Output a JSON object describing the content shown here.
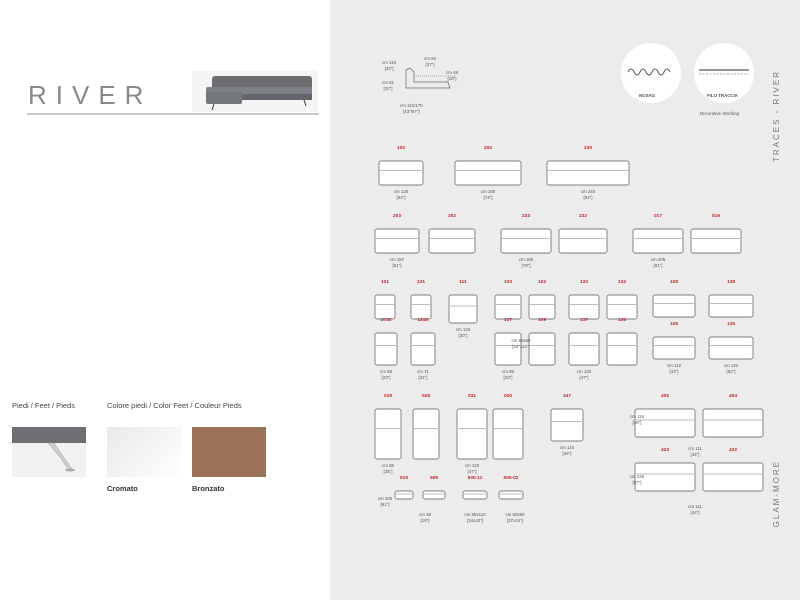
{
  "product": {
    "title": "RIVER"
  },
  "feet": {
    "heading_feet": "Piedi / Feet / Pieds",
    "heading_color": "Colore piedi / Color Feet / Couleur Pieds",
    "swatches": [
      {
        "name": "Cromato",
        "color": "#e9e9e9"
      },
      {
        "name": "Bronzato",
        "color": "#9a7257"
      }
    ]
  },
  "section": {
    "dims": [
      "cm 110",
      "[43\"]",
      "cm 94",
      "[37\"]",
      "cm 81",
      "[32\"]",
      "cm 48",
      "[19\"]",
      "cm 110/170",
      "[43\"/67\"]"
    ],
    "details": [
      {
        "label": "NOSAG"
      },
      {
        "label": "FILO TRACCIA"
      }
    ],
    "details_caption": "Decorative Stitching"
  },
  "side_texts": {
    "top": "TRACES - RIVER",
    "bottom": "GLAM-MORE"
  },
  "codes": [
    "100",
    "200",
    "230",
    "203",
    "202",
    "233",
    "232",
    "017",
    "016",
    "101",
    "131",
    "111",
    "103",
    "102",
    "133",
    "132",
    "108",
    "138",
    "101E",
    "131E",
    "107",
    "109",
    "137",
    "136",
    "105",
    "135",
    "029",
    "028",
    "031",
    "030",
    "447",
    "405",
    "404",
    "423",
    "422",
    "510",
    "509",
    "500-11",
    "500-02"
  ],
  "dims": [
    "cm 136",
    "[54\"]",
    "cm 188",
    "[74\"]",
    "cm 240",
    "[94\"]",
    "cm 157",
    "[61\"]",
    "cm 189",
    "[78\"]",
    "cm 206",
    "[81\"]",
    "cm 126",
    "[30\"]",
    "cm 58",
    "[23\"]",
    "cm 71",
    "[31\"]",
    "cm 85",
    "[33\"]",
    "cm 120",
    "[47\"]",
    "cm 112",
    "[44\"]",
    "cm 132",
    "[52\"]",
    "cm 88",
    "[35\"]",
    "cm 120",
    "[47\"]",
    "cm 116",
    "[46\"]",
    "cm 116",
    "[46\"]",
    "cm 111",
    "[44\"]",
    "cm 246",
    "[97\"]",
    "cm 111",
    "[44\"]",
    "cm 206",
    "[81\"]",
    "cm 48",
    "[19\"]",
    "cm 85x110",
    "[34x43\"]",
    "cm 60x60",
    "[37x24\"]",
    "cm 60x60",
    "[24\"x24\"]"
  ]
}
